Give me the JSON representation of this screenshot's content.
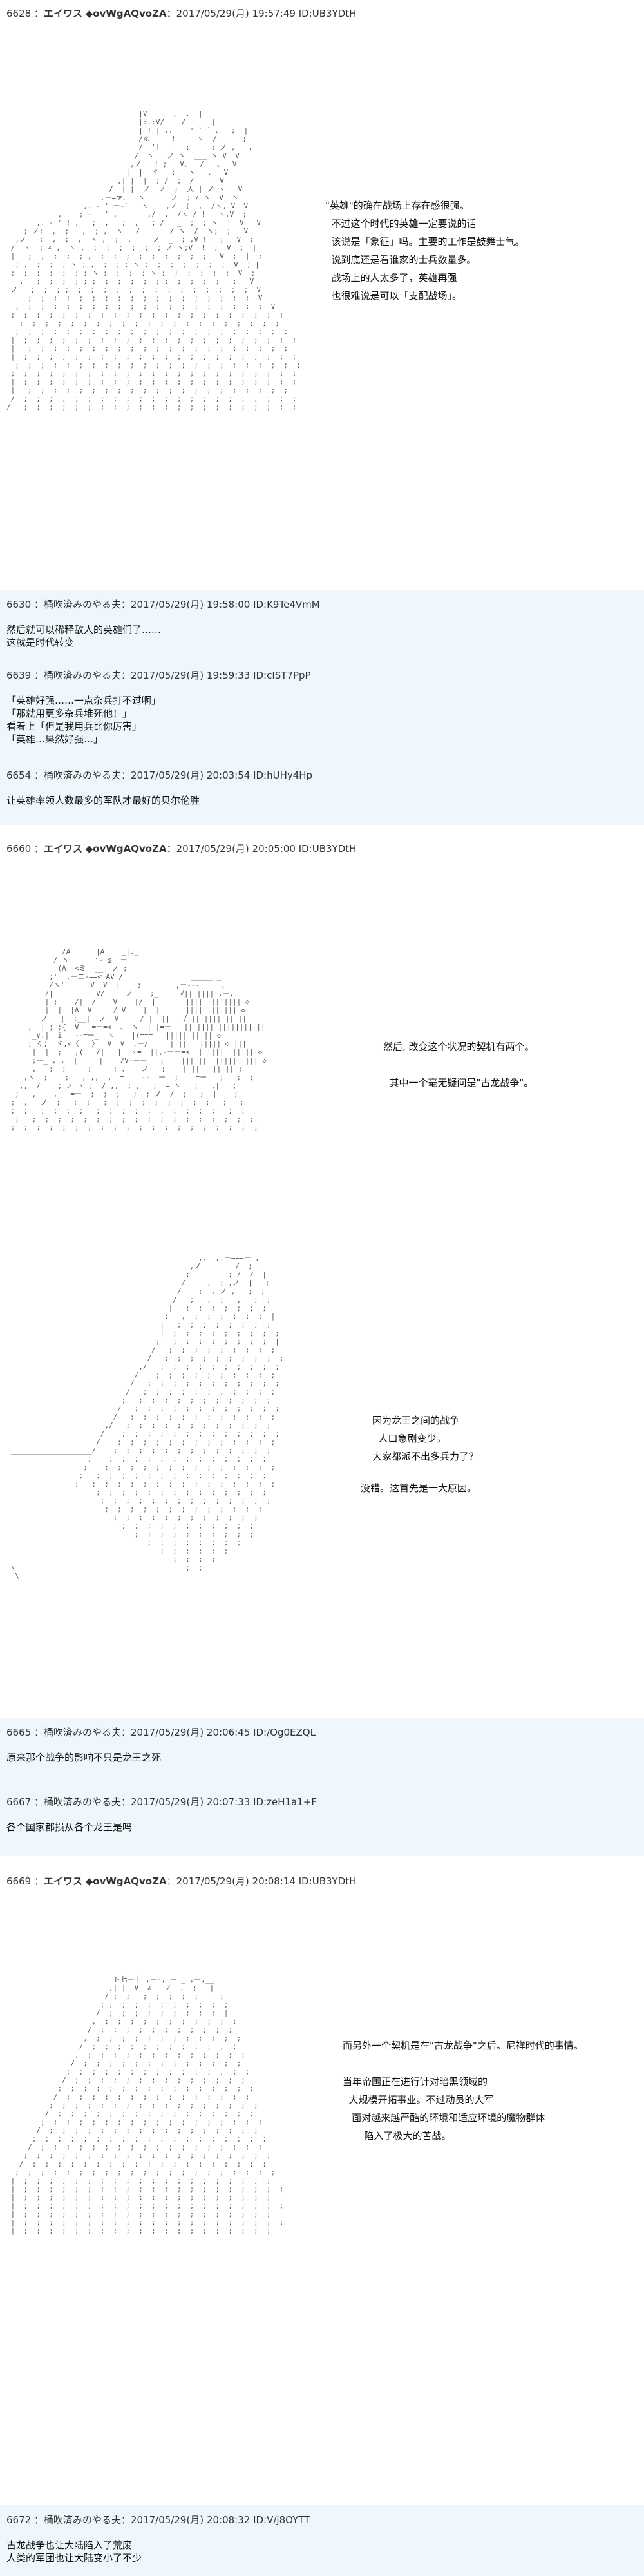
{
  "posts": [
    {
      "header": {
        "num": "6628",
        "name": "エイワス",
        "trip": "◆ovWgAQvoZA",
        "date": "2017/05/29(月) 19:57:49 ID:UB3YDtH"
      },
      "speech": "\"英雄\"的确在战场上存在感很强。\n  不过这个时代的英雄一定要说的话\n  该说是「象征」吗。主要的工作是鼓舞士气。\n  说到底还是看谁家的士兵数量多。\n  战场上的人太多了，英雄再强\n  也很难说是可以「支配战场」。"
    },
    {
      "header": {
        "num": "6630",
        "name": "：桶吹済みのやる夫",
        "date": "2017/05/29(月) 19:58:00 ID:K9Te4VmM"
      },
      "text": "然后就可以稀释敌人的英雄们了……\n这就是时代转变"
    },
    {
      "header": {
        "num": "6639",
        "name": "：桶吹済みのやる夫",
        "date": "2017/05/29(月) 19:59:33 ID:cIST7PpP"
      },
      "text": "「英雄好强……一点杂兵打不过啊」\n「那就用更多杂兵堆死他！」\n看着上「但是我用兵比你厉害」\n「英雄…果然好强…」"
    },
    {
      "header": {
        "num": "6654",
        "name": "：桶吹済みのやる夫",
        "date": "2017/05/29(月) 20:03:54 ID:hUHy4Hp"
      },
      "text": "让英雄率领人数最多的军队才最好的贝尔伦胜"
    },
    {
      "header": {
        "num": "6660",
        "name": "エイワス",
        "trip": "◆ovWgAQvoZA",
        "date": "2017/05/29(月) 20:05:00 ID:UB3YDtH"
      },
      "speech1": "然后, 改变这个状况的契机有两个。\n\n  其中一个毫无疑问是\"古龙战争\"。",
      "speech2": "因为龙王之间的战争\n  人口急剧变少。\n大家都派不出多兵力了？",
      "speech3": "没错。这首先是一大原因。"
    },
    {
      "header": {
        "num": "6665",
        "name": "：桶吹済みのやる夫",
        "date": "2017/05/29(月) 20:06:45 ID:/Og0EZQL"
      },
      "text": "原来那个战争的影响不只是龙王之死"
    },
    {
      "header": {
        "num": "6667",
        "name": "：桶吹済みのやる夫",
        "date": "2017/05/29(月) 20:07:33 ID:zeH1a1+F"
      },
      "text": "各个国家都损从各个龙王是吗"
    },
    {
      "header": {
        "num": "6669",
        "name": "エイワス",
        "trip": "◆ovWgAQvoZA",
        "date": "2017/05/29(月) 20:08:14 ID:UB3YDtH"
      },
      "speech": "而另外一个契机是在\"古龙战争\"之后。尼祥时代的事情。\n\n当年帝国正在进行针对暗黑领域的\n  大规模开拓事业。不过动员的大军\n   面对越来越严酷的环境和适应环境的魔物群体\n       陷入了极大的苦战。"
    },
    {
      "header": {
        "num": "6672",
        "name": "：桶吹済みのやる夫",
        "date": "2017/05/29(月) 20:08:32 ID:V/j8OYTT"
      },
      "text": "古龙战争也让大陆陷入了荒废\n人类的军团也让大陆变小了不少"
    }
  ],
  "colors": {
    "post_bg": "#ffffff",
    "reply_bg": "#eef7fb",
    "aa_color": "#555555"
  }
}
